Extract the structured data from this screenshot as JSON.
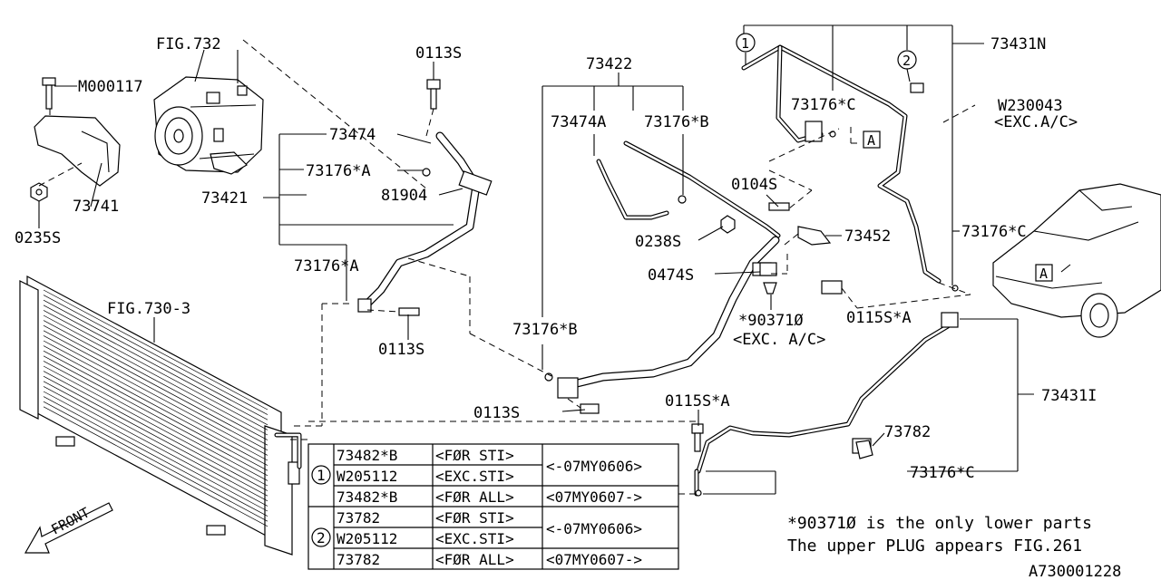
{
  "diagram_id": "A730001228",
  "front_label": "FRONT",
  "callouts": {
    "fig732": "FIG.732",
    "m000117": "M000117",
    "p73741": "73741",
    "p0235s": "0235S",
    "p0113s_top": "0113S",
    "p73474": "73474",
    "p73176a_1": "73176*A",
    "p81904": "81904",
    "p73421": "73421",
    "p73176a_2": "73176*A",
    "p0113s_mid": "0113S",
    "fig7303": "FIG.730-3",
    "p73422": "73422",
    "p73474a": "73474A",
    "p73176b_top": "73176*B",
    "p0238s": "0238S",
    "p0104s": "0104S",
    "p73452": "73452",
    "p0474s": "0474S",
    "p90371": "*90371Ø",
    "p90371_sub": "<EXC. A/C>",
    "p73176b_mid": "73176*B",
    "p0113s_low": "0113S",
    "p0115sa_low": "0115S*A",
    "p73431n": "73431N",
    "p73176c_top": "73176*C",
    "w230043": "W230043",
    "w230043_sub": "<EXC.A/C>",
    "p73176c_mid": "73176*C",
    "p0115sa_mid": "0115S*A",
    "p73431i": "73431I",
    "p73782": "73782",
    "p73176c_low": "73176*C",
    "circle1": "1",
    "circle2": "2",
    "box_a": "A"
  },
  "table": {
    "groups": [
      {
        "marker": "1",
        "rows": [
          {
            "part": "73482*B",
            "cond": "<FØR STI>",
            "period": "<-07MY0606>"
          },
          {
            "part": "W205112",
            "cond": "<EXC.STI>",
            "period": ""
          },
          {
            "part": "73482*B",
            "cond": "<FØR ALL>",
            "period": "<07MY0607->"
          }
        ]
      },
      {
        "marker": "2",
        "rows": [
          {
            "part": "73782",
            "cond": "<FØR STI>",
            "period": "<-07MY0606>"
          },
          {
            "part": "W205112",
            "cond": "<EXC.STI>",
            "period": ""
          },
          {
            "part": "73782",
            "cond": "<FØR ALL>",
            "period": "<07MY0607->"
          }
        ]
      }
    ]
  },
  "notes": {
    "line1": "*90371Ø is the only lower parts",
    "line2": "The upper PLUG appears FIG.261"
  }
}
